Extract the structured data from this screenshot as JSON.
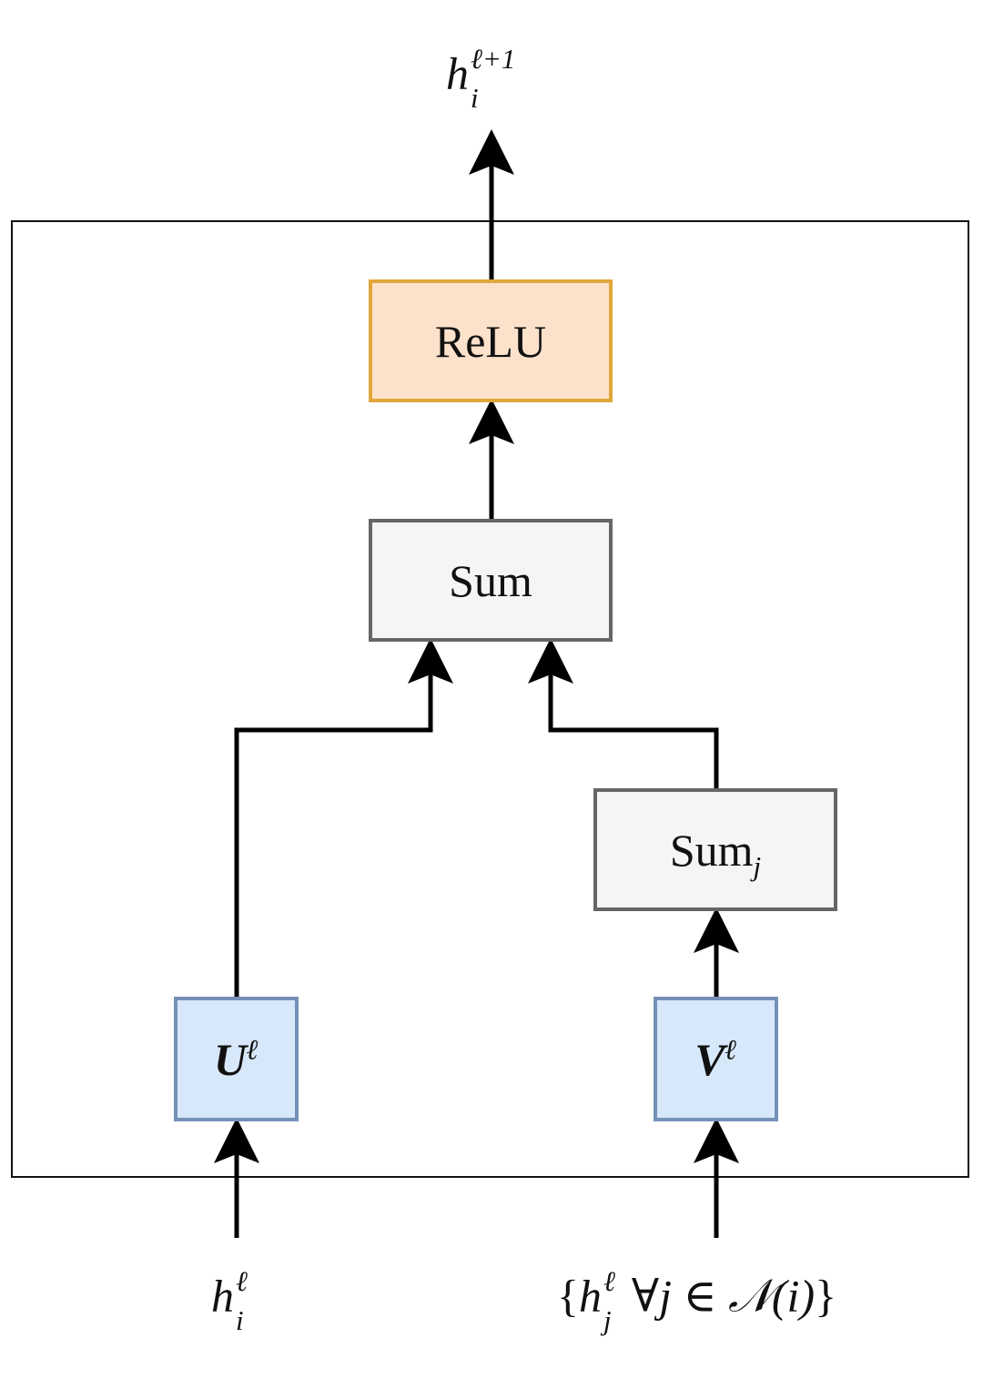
{
  "colors": {
    "relu_fill": "#fde2cb",
    "relu_border": "#e1a73b",
    "sum_fill": "#f5f5f5",
    "sum_border": "#666666",
    "weight_fill": "#d8e8fb",
    "weight_border": "#7591b6",
    "line": "#000000"
  },
  "nodes": {
    "relu": "ReLU",
    "sum": "Sum",
    "sumj": {
      "base": "Sum",
      "sub": "j"
    },
    "u": {
      "base": "U",
      "sup": "ℓ"
    },
    "v": {
      "base": "V",
      "sup": "ℓ"
    }
  },
  "labels": {
    "output": {
      "base": "h",
      "sub": "i",
      "sup": "ℓ+1"
    },
    "input_self": {
      "base": "h",
      "sub": "i",
      "sup": "ℓ"
    },
    "input_neighbors": {
      "open": "{",
      "base": "h",
      "sub": "j",
      "sup": "ℓ",
      "rest": "∀j ∈ 𝒩(i)",
      "close": "}"
    }
  }
}
